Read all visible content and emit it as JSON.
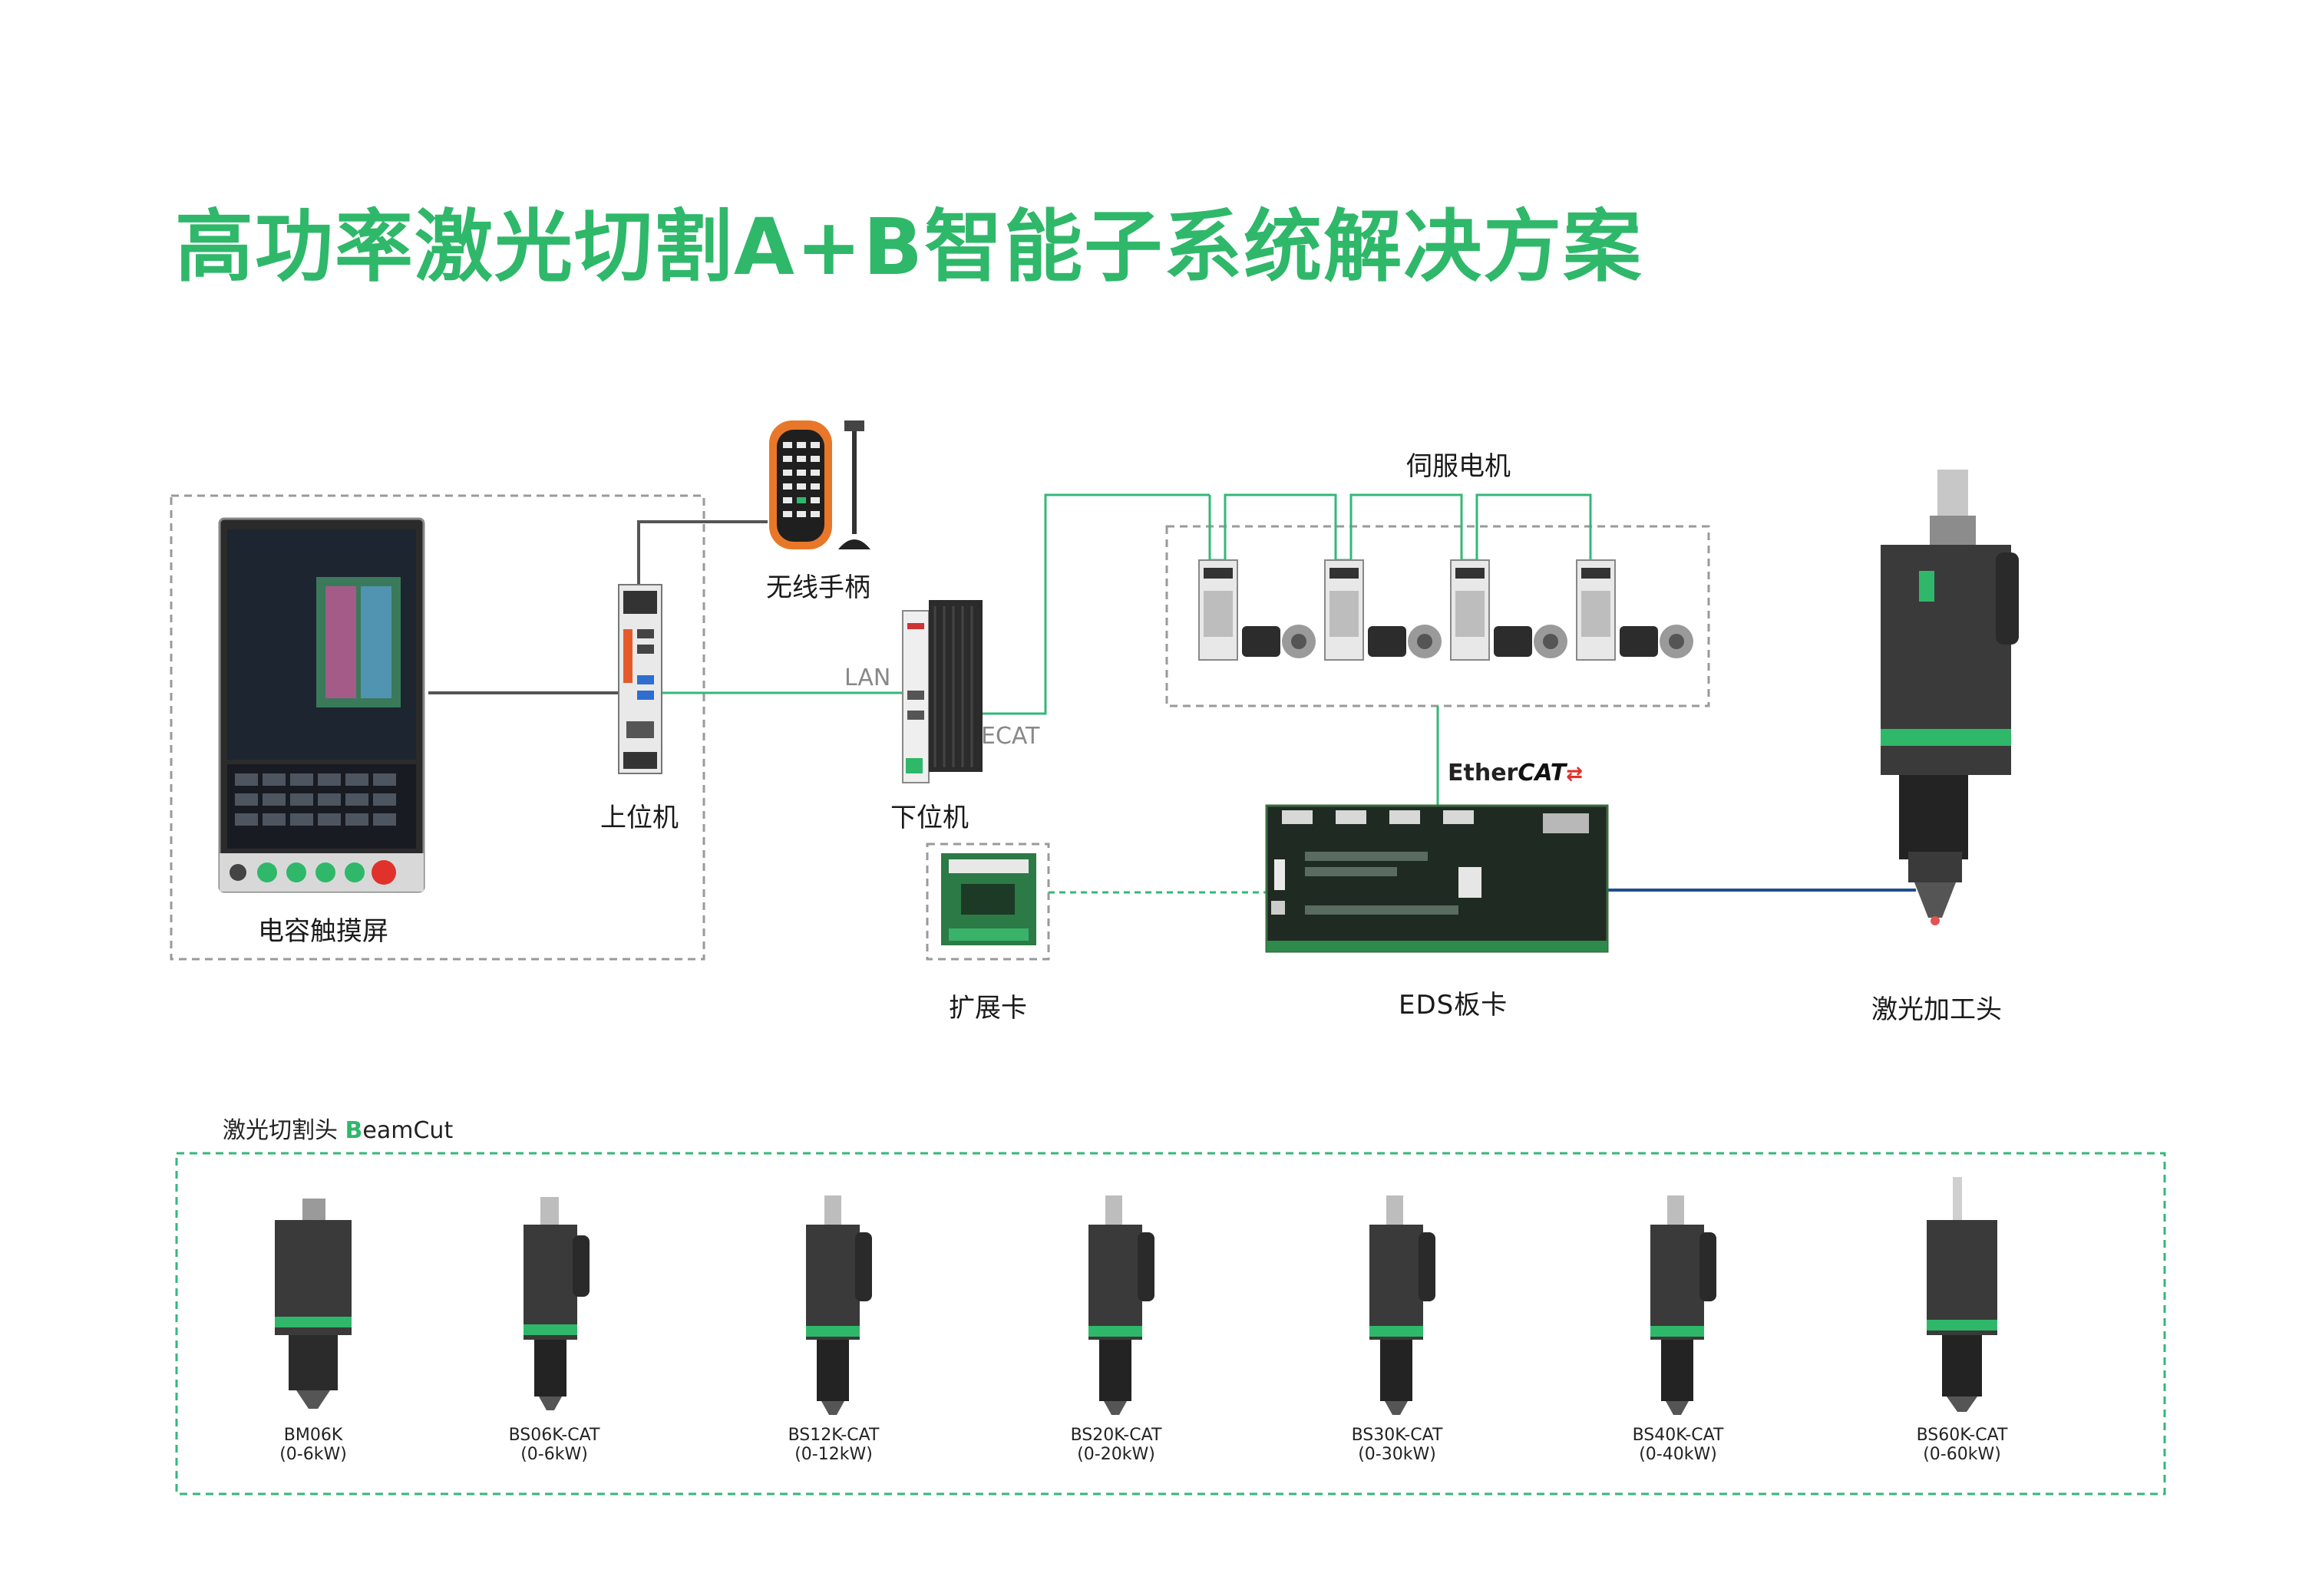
{
  "title": "高功率激光切割A+B智能子系统解决方案",
  "nodes": {
    "touchscreen": "电容触摸屏",
    "host_pc": "上位机",
    "pendant": "无线手柄",
    "lower_pc": "下位机",
    "servo": "伺服电机",
    "ethercat": {
      "ether": "Ether",
      "cat": "CAT"
    },
    "eds_board": "EDS板卡",
    "expansion_card": "扩展卡",
    "laser_head": "激光加工头"
  },
  "links": {
    "lan": "LAN",
    "ecat": "ECAT"
  },
  "lineup": {
    "title_prefix": "激光切割头 ",
    "title_accent": "B",
    "title_rest": "eamCut",
    "products": [
      {
        "model": "BM06K",
        "power": "(0-6kW)"
      },
      {
        "model": "BS06K-CAT",
        "power": "(0-6kW)"
      },
      {
        "model": "BS12K-CAT",
        "power": "(0-12kW)"
      },
      {
        "model": "BS20K-CAT",
        "power": "(0-20kW)"
      },
      {
        "model": "BS30K-CAT",
        "power": "(0-30kW)"
      },
      {
        "model": "BS40K-CAT",
        "power": "(0-40kW)"
      },
      {
        "model": "BS60K-CAT",
        "power": "(0-60kW)"
      }
    ]
  },
  "colors": {
    "accent": "#2fb86a",
    "line_green": "#34b77a",
    "line_blue": "#1f4e8f",
    "line_gray": "#555555"
  }
}
